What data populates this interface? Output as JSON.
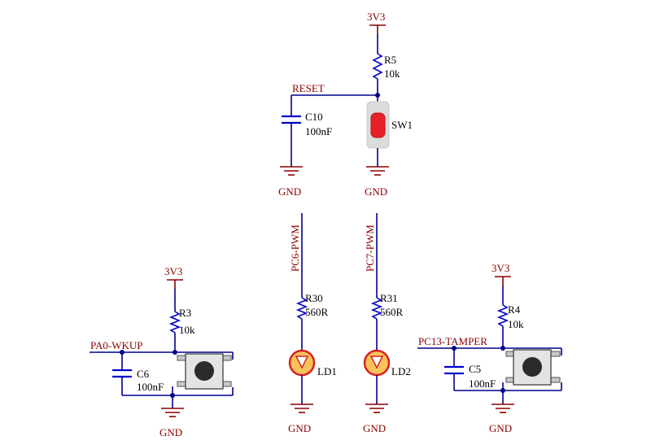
{
  "power": {
    "vcc": "3V3",
    "gnd": "GND"
  },
  "top": {
    "r5_ref": "R5",
    "r5_val": "10k",
    "net_reset": "RESET",
    "c10_ref": "C10",
    "c10_val": "100nF",
    "sw1_ref": "SW1"
  },
  "leds": {
    "net_pc6": "PC6-PWM",
    "r30_ref": "R30",
    "r30_val": "560R",
    "ld1_ref": "LD1",
    "net_pc7": "PC7-PWM",
    "r31_ref": "R31",
    "r31_val": "560R",
    "ld2_ref": "LD2"
  },
  "left": {
    "r3_ref": "R3",
    "r3_val": "10k",
    "net_wkup": "PA0-WKUP",
    "c6_ref": "C6",
    "c6_val": "100nF"
  },
  "right": {
    "r4_ref": "R4",
    "r4_val": "10k",
    "net_tamper": "PC13-TAMPER",
    "c5_ref": "C5",
    "c5_val": "100nF"
  },
  "colors": {
    "wire": "#00008b",
    "power": "#8b0000",
    "component": "#0000cc",
    "switch_red": "#e8202a",
    "led_fill": "#f9c35a",
    "led_ring": "#d92020"
  }
}
